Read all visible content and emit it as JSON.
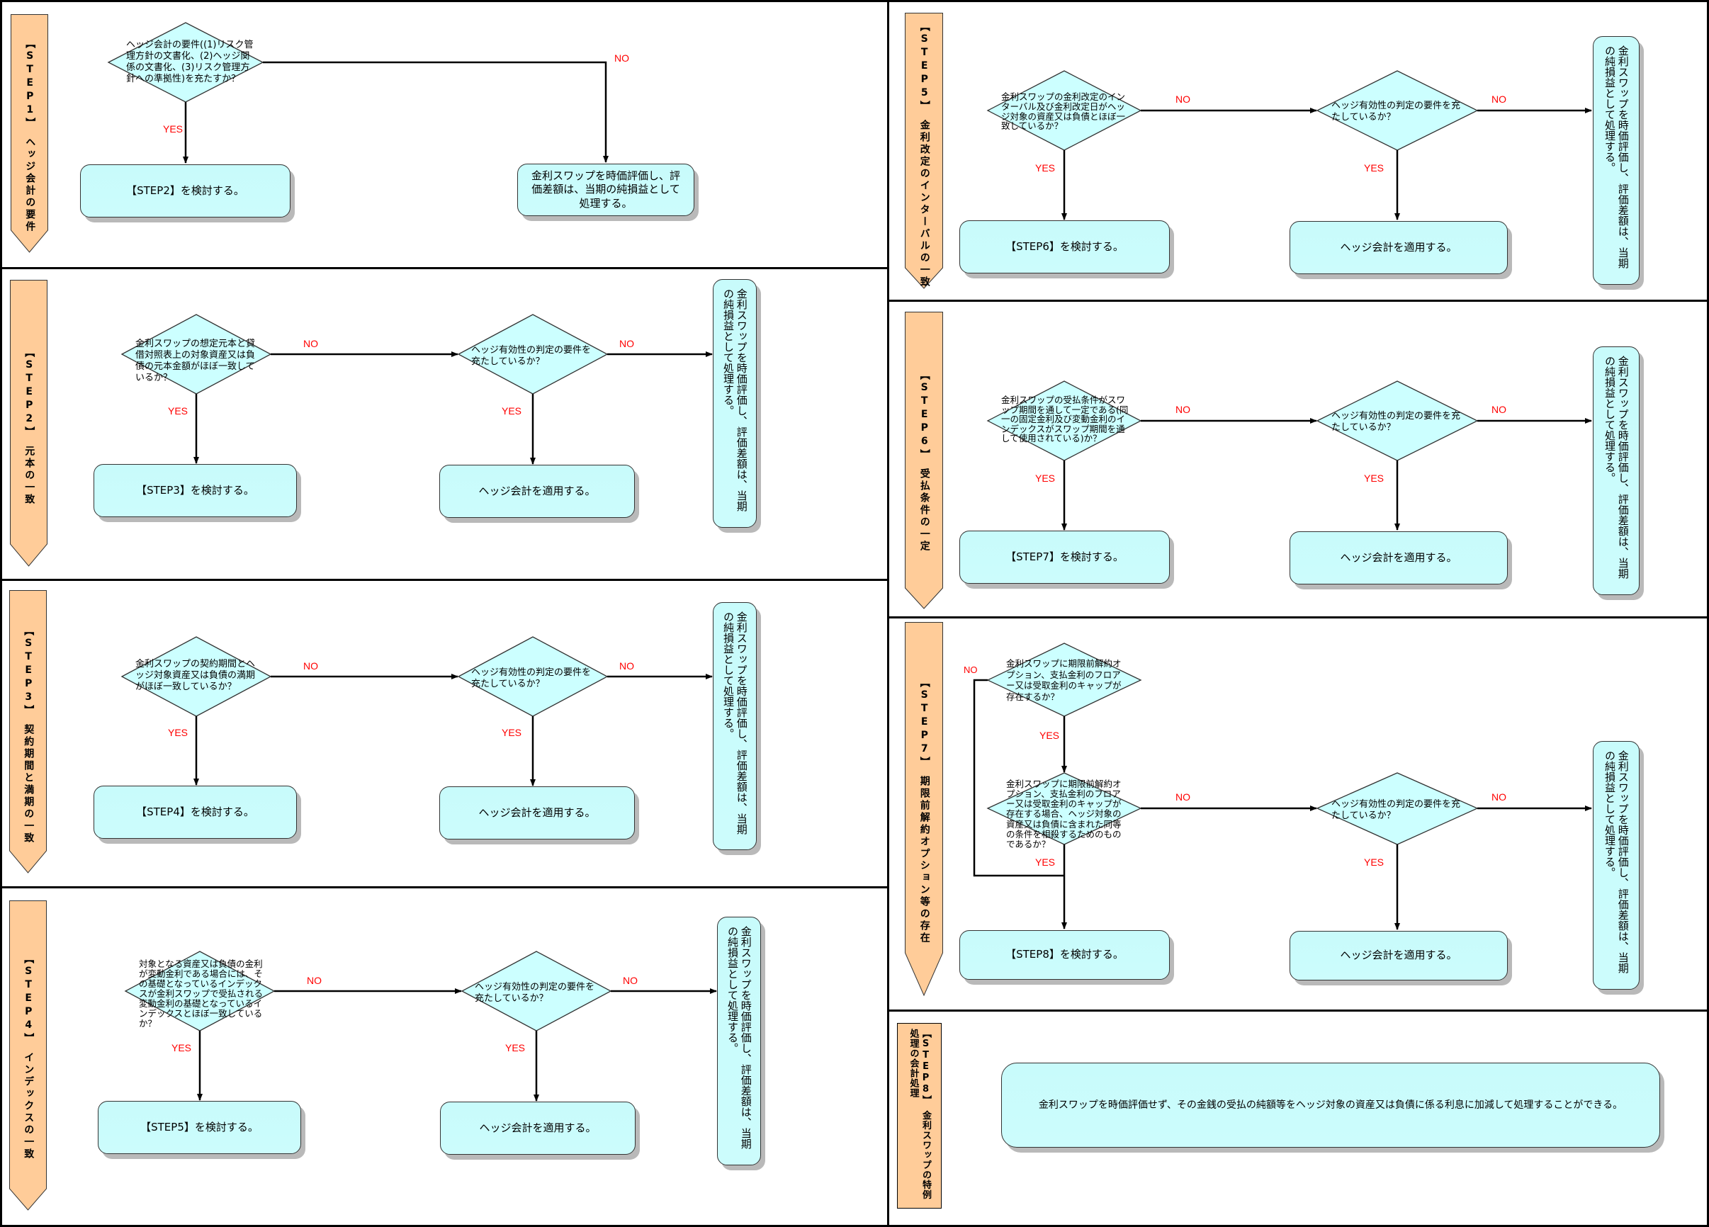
{
  "diagram_title_hidden": null,
  "colors": {
    "label_fill": "#FFCC99",
    "node_fill": "#CCFFFF",
    "yes_no_color": "#FF0000",
    "line_color": "#000000"
  },
  "labels": {
    "yes": "YES",
    "no": "NO"
  },
  "common": {
    "fair_value_horizontal": "金利スワップを時価評価し、評価差額は、当期の純損益として処理する。",
    "fair_value_vertical": "金利スワップを時価評価し、評価差額は、当期の純損益として処理する。",
    "hedge_effectiveness_question": "ヘッジ有効性の判定の要件を充たしているか？",
    "apply_hedge_accounting": "ヘッジ会計を適用する。"
  },
  "steps": [
    {
      "id": "step1",
      "label": "【STEP1】　ヘッジ会計の要件",
      "question": "ヘッジ会計の要件((1)リスク管理方針の文書化、(2)ヘッジ関係の文書化、(3)リスク管理方針への準拠性)を充たすか？",
      "yes_result": "【STEP2】を検討する。"
    },
    {
      "id": "step2",
      "label": "【STEP2】　元本の一致",
      "question": "金利スワップの想定元本と貸借対照表上の対象資産又は負債の元本金額がほぼ一致しているか？",
      "yes_result": "【STEP3】を検討する。"
    },
    {
      "id": "step3",
      "label": "【STEP3】　契約期間と満期の一致",
      "question": "金利スワップの契約期間とヘッジ対象資産又は負債の満期がほぼ一致しているか？",
      "yes_result": "【STEP4】を検討する。"
    },
    {
      "id": "step4",
      "label": "【STEP4】　インデックスの一致",
      "question": "対象となる資産又は負債の金利が変動金利である場合には、その基礎となっているインデックスが金利スワップで受払される変動金利の基礎となっているインデックスとほぼ一致しているか？",
      "yes_result": "【STEP5】を検討する。"
    },
    {
      "id": "step5",
      "label": "【STEP5】　金利改定のインターバルの一致",
      "question": "金利スワップの金利改定のインターバル及び金利改定日がヘッジ対象の資産又は負債とほぼ一致しているか？",
      "yes_result": "【STEP6】を検討する。"
    },
    {
      "id": "step6",
      "label": "【STEP6】　受払条件の一定",
      "question": "金利スワップの受払条件がスワップ期間を通して一定である(同一の固定金利及び変動金利のインデックスがスワップ期間を通して使用されている)か？",
      "yes_result": "【STEP7】を検討する。"
    },
    {
      "id": "step7",
      "label": "【STEP7】　期限前解約オプション等の存在",
      "question": "金利スワップに期限前解約オプション、支払金利のフロアー又は受取金利のキャップが存在するか？",
      "question2": "金利スワップに期限前解約オプション、支払金利のフロアー又は受取金利のキャップが存在する場合、ヘッジ対象の資産又は負債に含まれた同等の条件を相殺するためのものであるか？",
      "yes_result": "【STEP8】を検討する。"
    },
    {
      "id": "step8",
      "label": "【STEP8】　金利スワップの特例処理の会計処理",
      "result": "金利スワップを時価評価せず、その金銭の受払の純額等をヘッジ対象の資産又は負債に係る利息に加減して処理することができる。"
    }
  ]
}
